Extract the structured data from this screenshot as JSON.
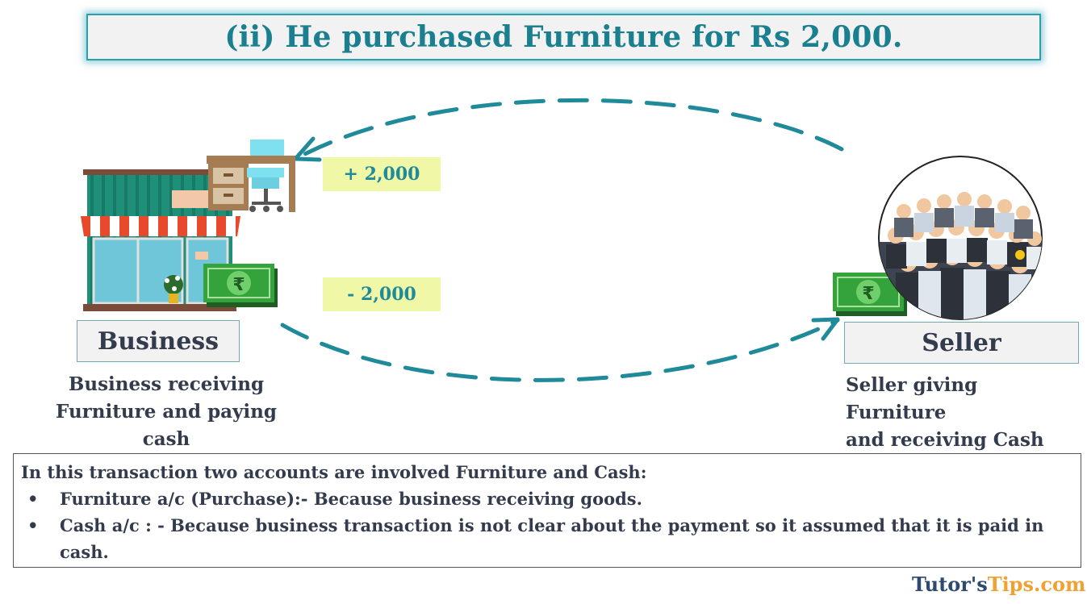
{
  "title": "(ii) He purchased Furniture for Rs 2,000.",
  "amounts": {
    "plus": "+ 2,000",
    "minus": "- 2,000"
  },
  "business": {
    "label": "Business",
    "caption_line1": "Business receiving",
    "caption_line2": "Furniture and paying cash"
  },
  "seller": {
    "label": "Seller",
    "caption_line1": "Seller giving Furniture",
    "caption_line2": "and receiving Cash"
  },
  "currency_symbol": "₹",
  "note": {
    "intro": "In this transaction two accounts are involved Furniture and Cash:",
    "bullet": "•",
    "points": [
      "Furniture a/c (Purchase):- Because business receiving goods.",
      "Cash a/c : - Because business transaction is not clear about the payment so it assumed that it is paid in cash."
    ]
  },
  "footer": {
    "part1": "Tutor's",
    "part2": "Tips.com"
  },
  "colors": {
    "accent": "#1a7f8e",
    "arrow": "#1f8a99",
    "amount_bg": "#f0f7a6",
    "text": "#333b4d"
  }
}
